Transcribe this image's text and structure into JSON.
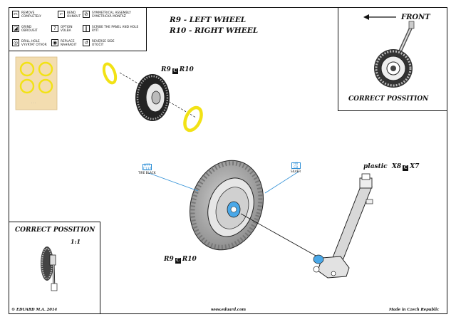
{
  "legend": [
    {
      "icon": "remove-icon",
      "glyph": "✂",
      "text": "REMOVE\nCOMPLETELY"
    },
    {
      "icon": "bend-icon",
      "glyph": "⌐",
      "text": "BEND\nOHNOUT"
    },
    {
      "icon": "symmetrical-icon",
      "glyph": "⊘",
      "text": "SYMMETRICAL ASSEMBLY\nSYMETRICKÁ MONTÁŽ"
    },
    {
      "icon": "grind-icon",
      "glyph": "◪",
      "text": "GRIND\nOBROUSIT"
    },
    {
      "icon": "option-icon",
      "glyph": "?",
      "text": "OPTION\nVOLBA"
    },
    {
      "icon": "scribe-icon",
      "glyph": "‖",
      "text": "SCRIBE THE PANEL AND HOLE\nRYTÍ"
    },
    {
      "icon": "drill-icon",
      "glyph": "◎",
      "text": "DRILL HOLE\nVYVRTAT OTVOR"
    },
    {
      "icon": "replace-icon",
      "glyph": "◉",
      "text": "REPLACE\nNAHRADIT"
    },
    {
      "icon": "reverse-icon",
      "glyph": "↺",
      "text": "REVERSE SIDE\nOTOČIT"
    }
  ],
  "titles": {
    "line1": "R9 - LEFT WHEEL",
    "line2": "R10 - RIGHT WHEEL"
  },
  "front": {
    "label": "FRONT",
    "caption": "CORRECT POSSITION"
  },
  "correct_box": {
    "caption": "CORRECT POSSITION",
    "scale": "1:1"
  },
  "labels": {
    "top_wheel_a": "R9",
    "top_wheel_icon": "C",
    "top_wheel_b": "R10",
    "main_wheel_a": "R9",
    "main_wheel_icon": "C",
    "main_wheel_b": "R10",
    "plastic": "plastic",
    "x8": "X8",
    "x8_icon": "C",
    "x7": "X7"
  },
  "paints": [
    {
      "code": "H77\nC137",
      "name": "TIRE BLACK"
    },
    {
      "code": "H8\nC8",
      "name": "SILVER"
    }
  ],
  "footer": {
    "left": "© EDUARD  M.A.  2014",
    "center": "www.eduard.com",
    "right": "Made in Czech Republic"
  },
  "colors": {
    "mask_yellow": "#f2e215",
    "paint_blue": "#2e8fd6",
    "sheet_tan": "#f3ddb0"
  }
}
